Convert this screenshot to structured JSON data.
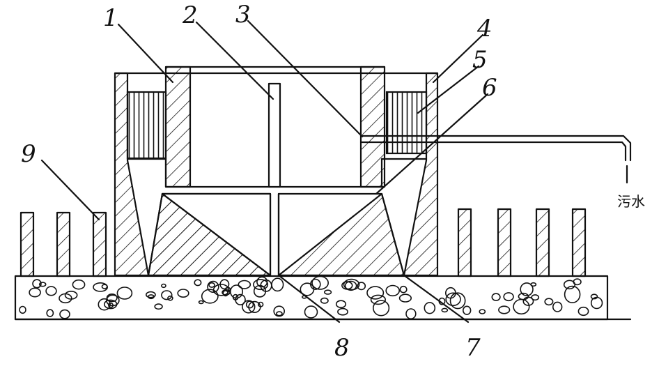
{
  "labels": {
    "l1": "1",
    "l2": "2",
    "l3": "3",
    "l4": "4",
    "l5": "5",
    "l6": "6",
    "l7": "7",
    "l8": "8",
    "l9": "9",
    "sewage": "污水"
  }
}
